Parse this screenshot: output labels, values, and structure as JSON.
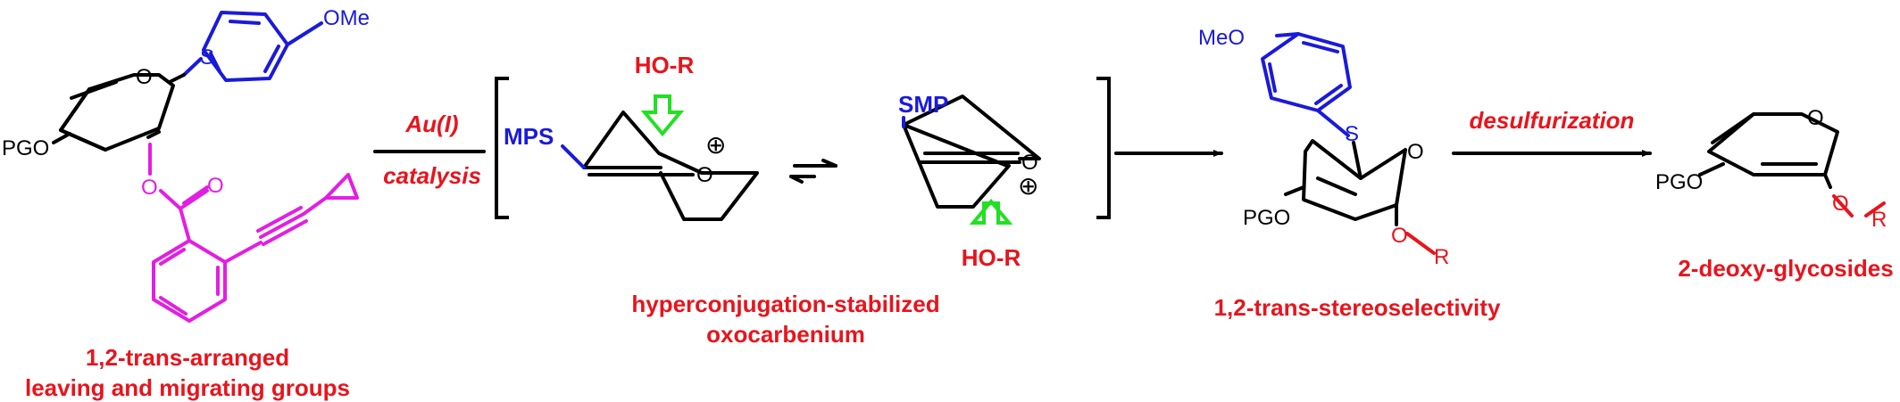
{
  "colors": {
    "red": "#e8141c",
    "blue": "#1a1adb",
    "magenta": "#e31ee3",
    "green": "#22e022",
    "black": "#000000"
  },
  "substrate": {
    "ome": "OMe",
    "s": "S",
    "o_ring": "O",
    "pgo": "PGO",
    "o_ester": "O",
    "o_carbonyl": "O",
    "label_line1": "1,2-trans-arranged",
    "label_line2": "leaving and migrating groups"
  },
  "arrow_catalyst": {
    "above": "Au(I)",
    "below": "catalysis"
  },
  "intermediate_a": {
    "nucleophile": "HO-R",
    "mps": "MPS",
    "o": "O",
    "charge": "⊕"
  },
  "intermediate_b": {
    "smp": "SMP",
    "o": "O",
    "charge": "⊕",
    "nucleophile": "HO-R"
  },
  "intermediate_label": {
    "line1": "hyperconjugation-stabilized",
    "line2": "oxocarbenium"
  },
  "product_a": {
    "meo": "MeO",
    "s": "S",
    "o_ring": "O",
    "pgo": "PGO",
    "o_glyc": "O",
    "r": "R",
    "label": "1,2-trans-stereoselectivity"
  },
  "arrow_desulf": {
    "above": "desulfurization"
  },
  "product_b": {
    "o_ring": "O",
    "pgo": "PGO",
    "o_glyc": "O",
    "r": "R",
    "label": "2-deoxy-glycosides"
  }
}
